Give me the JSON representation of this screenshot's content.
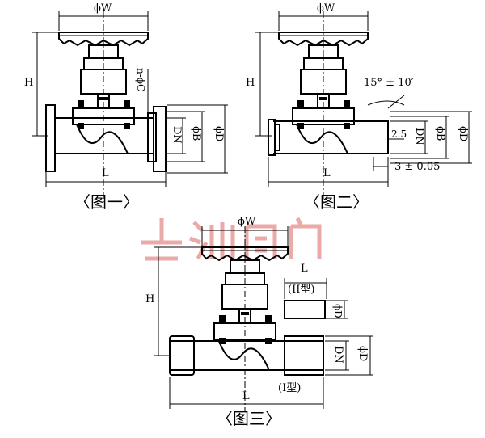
{
  "fig1": {
    "caption": "〈图一〉",
    "dim_w": "ϕW",
    "dim_h": "H",
    "dim_c": "n-ϕC",
    "dim_dn": "DN",
    "dim_b": "ϕB",
    "dim_d": "ϕD",
    "dim_l": "L"
  },
  "fig2": {
    "caption": "〈图二〉",
    "dim_w": "ϕW",
    "dim_h": "H",
    "angle": "15° ± 10′",
    "dim_25": "2.5",
    "dim_dn": "DN",
    "dim_b": "ϕB",
    "dim_d": "ϕD",
    "dim_l": "L",
    "dim_tol": "3 ± 0.05"
  },
  "fig3": {
    "caption": "〈图三〉",
    "dim_w": "ϕW",
    "dim_h": "H",
    "dim_l_top": "L",
    "type2": "(II型)",
    "type1": "(I型)",
    "dim_d_top": "ϕD",
    "dim_dn": "DN",
    "dim_d": "ϕD",
    "dim_l": "L"
  },
  "watermark": {
    "text": "上洲阀门",
    "color": "#e79a98"
  }
}
